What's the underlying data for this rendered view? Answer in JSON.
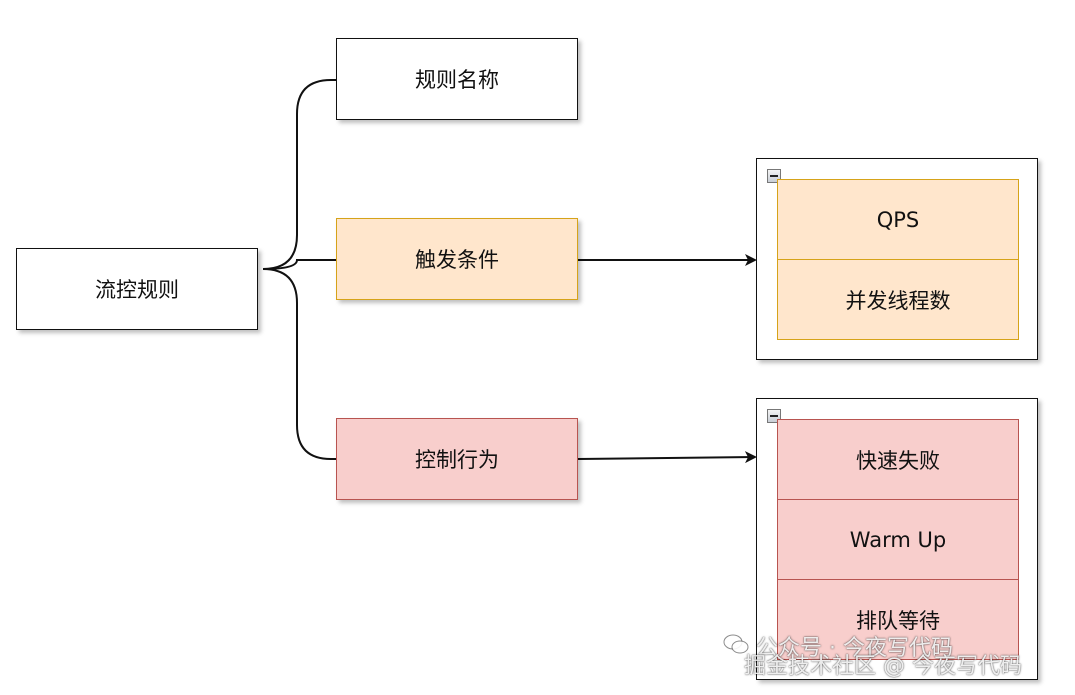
{
  "diagram": {
    "root": "流控规则",
    "rule_name": "规则名称",
    "trigger": "触发条件",
    "action": "控制行为",
    "trigger_options": [
      "QPS",
      "并发线程数"
    ],
    "action_options": [
      "快速失败",
      "Warm Up",
      "排队等待"
    ]
  },
  "watermark": {
    "line1": "公众号 · 今夜写代码",
    "line2": "掘金技术社区 @ 今夜写代码"
  },
  "colors": {
    "orange_fill": "#ffe6cc",
    "orange_border": "#d6a319",
    "red_fill": "#f8cecc",
    "red_border": "#b85450"
  }
}
